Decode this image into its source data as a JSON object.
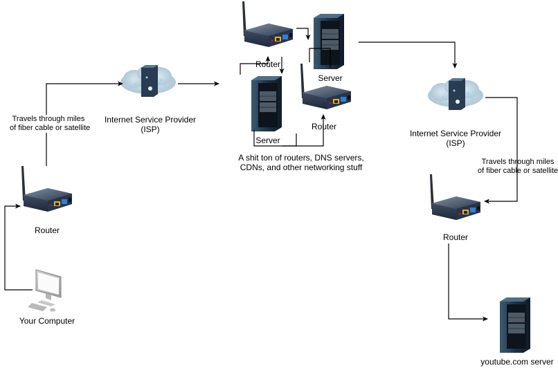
{
  "diagram": {
    "title": "",
    "nodes": [
      {
        "id": "computer",
        "type": "computer",
        "label": "Your Computer"
      },
      {
        "id": "router1",
        "type": "router",
        "label": "Router"
      },
      {
        "id": "isp1",
        "type": "isp-cloud",
        "label": "Internet Service Provider\n(ISP)"
      },
      {
        "id": "router2",
        "type": "router",
        "label": "Router"
      },
      {
        "id": "server1",
        "type": "server",
        "label": "Server"
      },
      {
        "id": "server2",
        "type": "server",
        "label": "Server"
      },
      {
        "id": "router3",
        "type": "router",
        "label": "Router"
      },
      {
        "id": "isp2",
        "type": "isp-cloud",
        "label": "Internet Service Provider\n(ISP)"
      },
      {
        "id": "router4",
        "type": "router",
        "label": "Router"
      },
      {
        "id": "youtube",
        "type": "server",
        "label": "youtube.com server"
      }
    ],
    "edge_labels": {
      "fiber1_line1": "Travels through miles",
      "fiber1_line2": "of fiber cable or satellite",
      "fiber2_line1": "Travels through miles",
      "fiber2_line2": "of fiber cable or satellite"
    },
    "group_caption": {
      "line1": "A shit ton of routers, DNS servers,",
      "line2": "CDNs, and other networking stuff"
    },
    "labels": {
      "computer": "Your Computer",
      "router1": "Router",
      "isp1_line1": "Internet Service Provider",
      "isp1_line2": "(ISP)",
      "router2": "Router",
      "server1": "Server",
      "server2": "Server",
      "router3": "Router",
      "isp2_line1": "Internet Service Provider",
      "isp2_line2": "(ISP)",
      "router4": "Router",
      "youtube": "youtube.com server"
    },
    "edges": [
      {
        "from": "computer",
        "to": "router1"
      },
      {
        "from": "router1",
        "to": "isp1",
        "label": "fiber1"
      },
      {
        "from": "isp1",
        "to": "router2"
      },
      {
        "from": "router2",
        "to": "server1"
      },
      {
        "from": "router2",
        "to": "server2"
      },
      {
        "from": "server1",
        "to": "router3"
      },
      {
        "from": "server2",
        "to": "router2"
      },
      {
        "from": "server1",
        "to": "isp2"
      },
      {
        "from": "isp2",
        "to": "router4",
        "label": "fiber2"
      },
      {
        "from": "router4",
        "to": "youtube"
      }
    ]
  }
}
